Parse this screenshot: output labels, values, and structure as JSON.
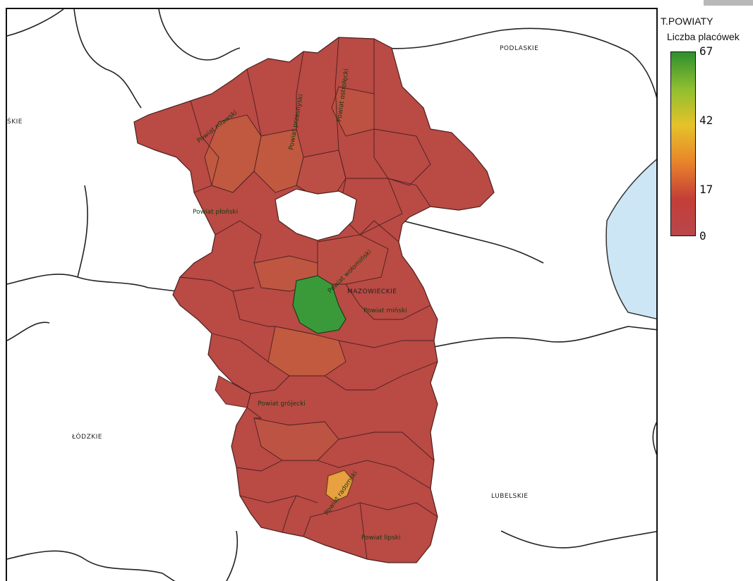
{
  "legend": {
    "layer_name": "T.POWIATY",
    "title": "Liczba placówek",
    "ticks": [
      {
        "label": "67",
        "value": 67
      },
      {
        "label": "42",
        "value": 42
      },
      {
        "label": "17",
        "value": 17
      },
      {
        "label": "0",
        "value": 0
      }
    ],
    "ramp_colors": [
      "#2f8f2f",
      "#8fbf2f",
      "#e6c22a",
      "#e8842a",
      "#c43e38",
      "#b8474a"
    ]
  },
  "regions": {
    "podlaskie": "PODLASKIE",
    "mazowieckie": "MAZOWIECKIE",
    "lodzkie": "ŁÓDZKIE",
    "lubelskie": "LUBELSKIE",
    "left_edge": "ŚKIE"
  },
  "counties": {
    "mlawski": "Powiat mławski",
    "przasnyski": "Powiat przasnyski",
    "ostrolecki": "Powiat ostrołęcki",
    "plonski": "Powiat płoński",
    "wolominski": "Powiat wołomiński",
    "minski": "Powiat miński",
    "grojecki": "Powiat grójecki",
    "radomski": "Powiat radomski",
    "lipski": "Powiat lipski"
  },
  "colors": {
    "base_county": "#b94a44",
    "mid_county": "#c0593f",
    "warsaw": "#3a9a3a",
    "radom": "#e8a040",
    "water": "#cde6f5",
    "border": "#4a2020",
    "province_line": "#222222"
  }
}
